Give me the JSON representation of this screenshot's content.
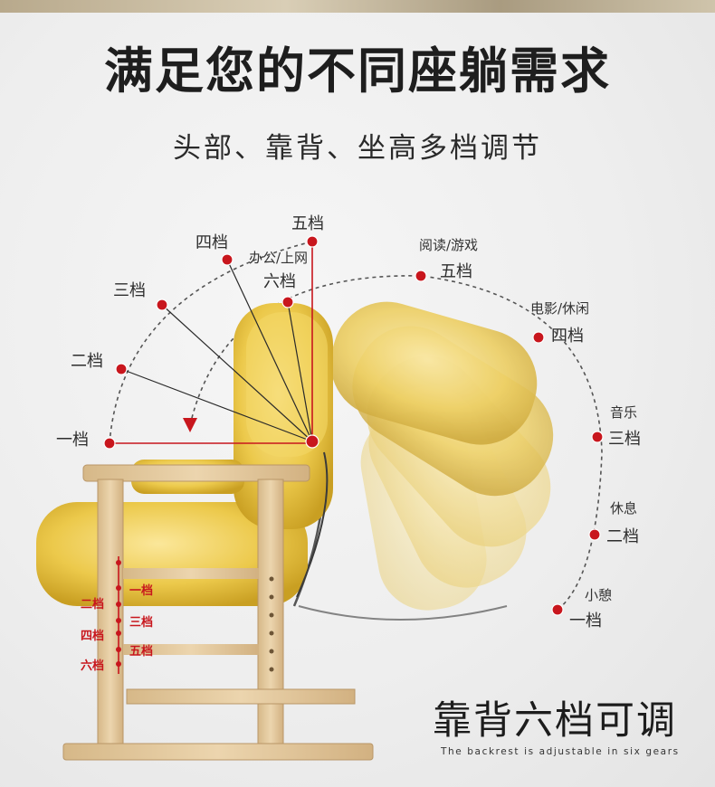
{
  "headline": "满足您的不同座躺需求",
  "subhead": "头部、靠背、坐高多档调节",
  "headrest_gears": [
    "一档",
    "二档",
    "三档",
    "四档",
    "五档"
  ],
  "headrest_mode": "办公/上网",
  "sixth_gear": "六档",
  "backrest_gears": [
    {
      "mode": "阅读/游戏",
      "gear": "五档"
    },
    {
      "mode": "电影/休闲",
      "gear": "四档"
    },
    {
      "mode": "音乐",
      "gear": "三档"
    },
    {
      "mode": "休息",
      "gear": "二档"
    },
    {
      "mode": "小憩",
      "gear": "一档"
    }
  ],
  "seat_height_gears": {
    "left": [
      "二档",
      "四档",
      "六档"
    ],
    "right": [
      "一档",
      "三档",
      "五档"
    ]
  },
  "caption": "靠背六档可调",
  "caption_en": "The backrest is adjustable in six gears",
  "colors": {
    "accent_red": "#c8161d",
    "fabric_yellow": "#e8c94a",
    "wood": "#e3c79b"
  }
}
